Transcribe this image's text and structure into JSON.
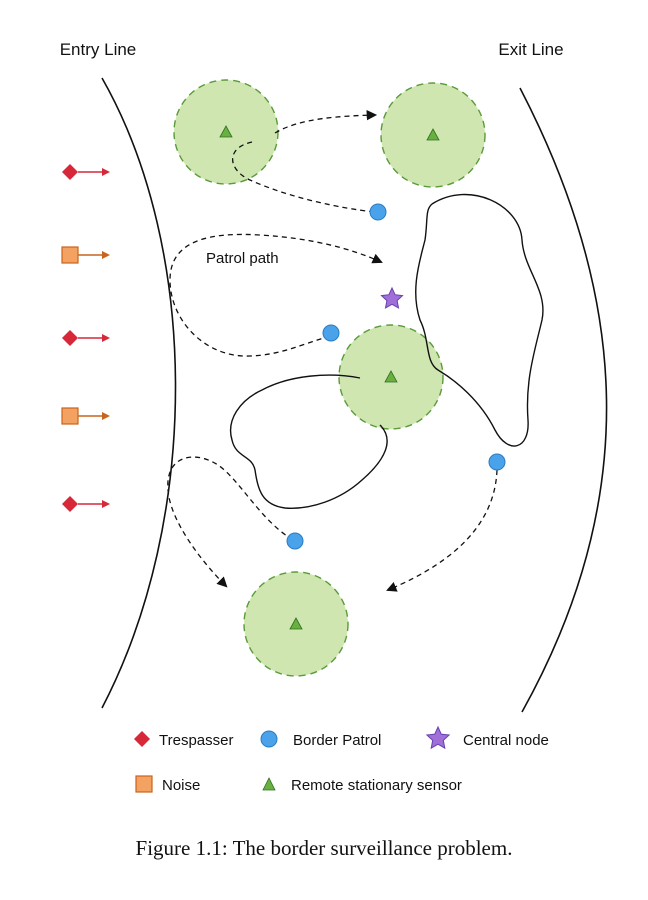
{
  "lines": {
    "entry": "Entry Line",
    "exit": "Exit Line"
  },
  "path_label": "Patrol path",
  "legend": {
    "trespasser": "Trespasser",
    "border_patrol": "Border Patrol",
    "central_node": "Central node",
    "noise": "Noise",
    "sensor": "Remote stationary sensor"
  },
  "caption": "Figure 1.1: The border surveillance problem.",
  "incoming_markers": [
    "trespasser",
    "noise",
    "trespasser",
    "noise",
    "trespasser"
  ],
  "colors": {
    "trespasser": "#d62839",
    "noise": "#f4a261",
    "noise_stroke": "#c8641e",
    "border_patrol": "#4aa3ea",
    "central_node": "#a070d8",
    "sensor_fill": "#cfe6b1",
    "sensor_stroke": "#5a9a3a",
    "sensor_triangle": "#69b040"
  }
}
